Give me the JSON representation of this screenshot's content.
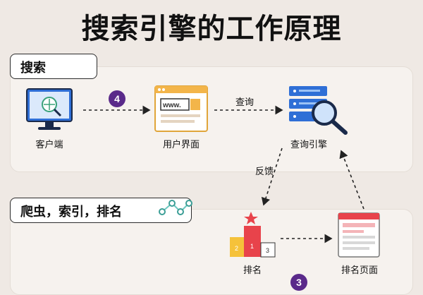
{
  "title": "搜索引擎的工作原理",
  "sections": {
    "search": {
      "label": "搜索"
    },
    "crawl": {
      "label": "爬虫，索引，排名"
    }
  },
  "nodes": {
    "client": {
      "label": "客户端",
      "icon": "monitor-icon"
    },
    "ui": {
      "label": "用户界面",
      "icon": "browser-window-icon",
      "screen_text": "www."
    },
    "query_engine": {
      "label": "查询引擎",
      "icon": "server-search-icon"
    },
    "ranking": {
      "label": "排名",
      "icon": "podium-icon",
      "podium": [
        "2",
        "1",
        "3"
      ]
    },
    "ranking_page": {
      "label": "排名页面",
      "icon": "web-page-icon"
    }
  },
  "edges": {
    "ui_to_engine": {
      "label": "查询"
    },
    "feedback": {
      "label": "反馈"
    }
  },
  "steps": {
    "client_to_ui": "4",
    "bottom": "3"
  },
  "colors": {
    "accent_blue": "#2f6fd6",
    "badge_purple": "#5a2a8a",
    "podium_red": "#e8434b",
    "podium_yellow": "#f5c23a"
  }
}
